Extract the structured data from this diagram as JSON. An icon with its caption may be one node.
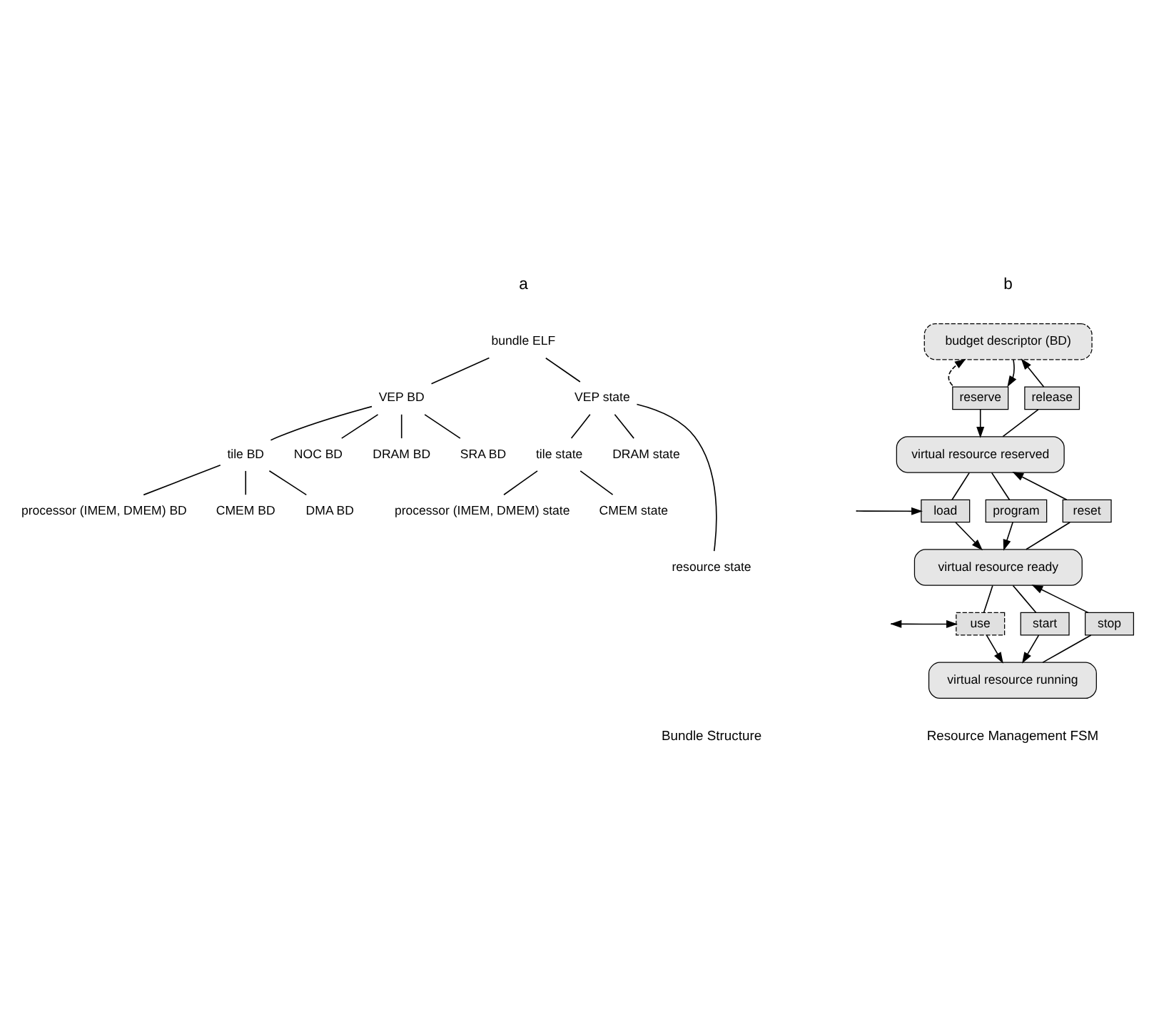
{
  "diagram": {
    "nodes": [
      {
        "text": [
          "bundle ELF"
        ]
      },
      {
        "text": [
          "VEP BD"
        ]
      },
      {
        "text": [
          "tile BD"
        ]
      },
      {
        "text": [
          "processor (IMEM, DMEM) BD"
        ]
      },
      {
        "text": [
          "CMEM BD"
        ]
      },
      {
        "text": [
          "DMA BD"
        ]
      },
      {
        "text": [
          "NOC BD"
        ]
      },
      {
        "text": [
          "DRAM BD"
        ]
      },
      {
        "text": [
          "SRA BD"
        ]
      },
      {
        "text": [
          "VEP state"
        ]
      },
      {
        "text": [
          "tile state"
        ]
      },
      {
        "text": [
          "processor (IMEM, DMEM) state"
        ]
      },
      {
        "text": [
          "CMEM state"
        ]
      },
      {
        "text": [
          "DRAM state"
        ]
      },
      {
        "text": [
          "resource state"
        ]
      },
      {
        "text": [
          "budget descriptor (BD)"
        ]
      },
      {
        "text": [
          "reserve"
        ]
      },
      {
        "text": [
          "release"
        ]
      },
      {
        "text": [
          "virtual resource reserved"
        ]
      },
      {
        "text": [
          "load"
        ]
      },
      {
        "text": [
          "program"
        ]
      },
      {
        "text": [
          "reset"
        ]
      },
      {
        "text": [
          "virtual resource ready"
        ]
      },
      {
        "text": [
          "use"
        ]
      },
      {
        "text": [
          "start"
        ]
      },
      {
        "text": [
          "stop"
        ]
      },
      {
        "text": [
          "virtual resource running"
        ]
      }
    ],
    "edges": [
      {
        "from": 0,
        "to": 1,
        "arrow": "none"
      },
      {
        "from": 1,
        "to": 2,
        "arrow": "none"
      },
      {
        "from": 2,
        "to": 3,
        "arrow": "none"
      },
      {
        "from": 2,
        "to": 4,
        "arrow": "none"
      },
      {
        "from": 2,
        "to": 5,
        "arrow": "none"
      },
      {
        "from": 1,
        "to": 6,
        "arrow": "none"
      },
      {
        "from": 1,
        "to": 7,
        "arrow": "none"
      },
      {
        "from": 1,
        "to": 8,
        "arrow": "none"
      },
      {
        "from": 0,
        "to": 9,
        "arrow": "none"
      },
      {
        "from": 9,
        "to": 10,
        "arrow": "none"
      },
      {
        "from": 10,
        "to": 11,
        "arrow": "none"
      },
      {
        "from": 10,
        "to": 12,
        "arrow": "none"
      },
      {
        "from": 9,
        "to": 13,
        "arrow": "none"
      },
      {
        "from": 9,
        "to": 14,
        "arrow": "none"
      },
      {
        "from": 16,
        "to": 15,
        "arrow": "to",
        "style": "dashed"
      },
      {
        "from": 15,
        "to": 16,
        "arrow": "to"
      },
      {
        "from": 16,
        "to": 18,
        "arrow": "to"
      },
      {
        "from": 18,
        "to": 17,
        "arrow": "none"
      },
      {
        "from": 17,
        "to": 15,
        "arrow": "to"
      },
      {
        "from": 18,
        "to": 19,
        "arrow": "none"
      },
      {
        "from": 19,
        "to": 22,
        "arrow": "to"
      },
      {
        "from": 18,
        "to": 20,
        "arrow": "none"
      },
      {
        "from": 20,
        "to": 22,
        "arrow": "to"
      },
      {
        "from": 22,
        "to": 21,
        "arrow": "none"
      },
      {
        "from": 21,
        "to": 18,
        "arrow": "to"
      },
      {
        "from": null,
        "to": 19,
        "arrow": "to"
      },
      {
        "from": 22,
        "to": 23,
        "arrow": "none"
      },
      {
        "from": 23,
        "to": 26,
        "arrow": "to"
      },
      {
        "from": 22,
        "to": 24,
        "arrow": "none"
      },
      {
        "from": 24,
        "to": 26,
        "arrow": "to"
      },
      {
        "from": 26,
        "to": 25,
        "arrow": "none"
      },
      {
        "from": 25,
        "to": 22,
        "arrow": "to"
      },
      {
        "from": null,
        "to": 23,
        "arrow": "both"
      }
    ],
    "labels": [
      "a",
      "b",
      "Bundle Structure",
      "Resource Management FSM"
    ]
  }
}
